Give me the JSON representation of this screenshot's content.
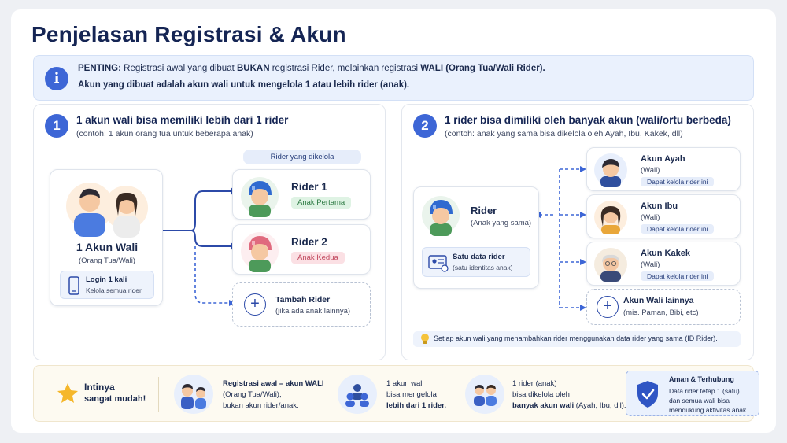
{
  "title": "Penjelasan Registrasi & Akun",
  "notice": {
    "label": "PENTING:",
    "line1_a": " Registrasi awal yang dibuat ",
    "line1_b": "BUKAN",
    "line1_c": " registrasi Rider, melainkan registrasi ",
    "line1_d": "WALI (Orang Tua/Wali Rider).",
    "line2": "Akun yang dibuat adalah akun wali untuk mengelola 1 atau lebih rider (anak)."
  },
  "panel1": {
    "number": "1",
    "heading": "1 akun wali bisa memiliki lebih dari 1 rider",
    "sub": "(contoh: 1 akun orang tua untuk beberapa anak)",
    "guardian_title": "1 Akun Wali",
    "guardian_sub": "(Orang Tua/Wali)",
    "login_title": "Login 1 kali",
    "login_sub": "Kelola semua rider",
    "managed_label": "Rider yang dikelola",
    "riders": [
      {
        "name": "Rider 1",
        "tag": "Anak Pertama"
      },
      {
        "name": "Rider 2",
        "tag": "Anak Kedua"
      }
    ],
    "add_title": "Tambah Rider",
    "add_sub": "(jika ada anak lainnya)"
  },
  "panel2": {
    "number": "2",
    "heading": "1 rider bisa dimiliki oleh banyak akun (wali/ortu berbeda)",
    "sub": "(contoh: anak yang sama bisa dikelola oleh Ayah, Ibu, Kakek, dll)",
    "rider_title": "Rider",
    "rider_sub": "(Anak yang sama)",
    "data_title": "Satu data rider",
    "data_sub": "(satu identitas anak)",
    "accounts": [
      {
        "name": "Akun Ayah",
        "role": "(Wali)",
        "badge": "Dapat kelola rider ini"
      },
      {
        "name": "Akun Ibu",
        "role": "(Wali)",
        "badge": "Dapat kelola rider ini"
      },
      {
        "name": "Akun Kakek",
        "role": "(Wali)",
        "badge": "Dapat kelola rider ini"
      }
    ],
    "other_title": "Akun Wali lainnya",
    "other_sub": "(mis. Paman, Bibi, etc)",
    "tip": "Setiap akun wali yang menambahkan rider menggunakan data rider yang sama (ID Rider)."
  },
  "summary": {
    "heading1": "Intinya",
    "heading2": "sangat mudah!",
    "item1": {
      "l1": "Registrasi awal = akun WALI",
      "l2": "(Orang Tua/Wali),",
      "l3": "bukan akun rider/anak."
    },
    "item2": {
      "l1": "1 akun wali",
      "l2": "bisa mengelola",
      "l3": "lebih dari 1 rider."
    },
    "item3": {
      "l1": "1 rider (anak)",
      "l2": "bisa dikelola oleh",
      "l3a": "banyak akun wali",
      "l3b": " (Ayah, Ibu, dll)."
    },
    "secure": {
      "title": "Aman & Terhubung",
      "l1": "Data rider tetap 1 (satu)",
      "l2": "dan semua wali bisa",
      "l3": "mendukung aktivitas anak."
    }
  },
  "colors": {
    "primary": "#3d66d6",
    "navy": "#152554",
    "green_tag": "#dff3e4",
    "pink_tag": "#fbe0e4"
  }
}
